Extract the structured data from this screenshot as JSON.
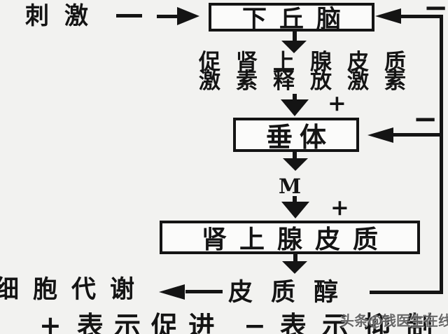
{
  "flow": {
    "stimulus": "刺激",
    "hypothalamus": "下丘脑",
    "crh_line1": "促肾上腺皮质",
    "crh_line2": "激素释放激素",
    "pituitary": "垂体",
    "intermediate_hormone": "M",
    "adrenal_cortex": "肾上腺皮质",
    "cortisol": "皮质醇",
    "cell_metabolism": "细胞代谢"
  },
  "signs": {
    "plus_crh_to_pituitary": "+",
    "plus_to_adrenal": "+",
    "minus_feedback_hypothalamus": "−",
    "minus_feedback_pituitary": "−"
  },
  "legend": {
    "plus_symbol": "+",
    "plus_meaning": "表示促进",
    "minus_symbol": "−",
    "minus_meaning": "表示抑制"
  },
  "watermark": "头条@钱医生在线",
  "colors": {
    "ink": "#141414",
    "background": "#f2f2f0",
    "box_fill": "#fbfbfa",
    "watermark": "#484848"
  }
}
